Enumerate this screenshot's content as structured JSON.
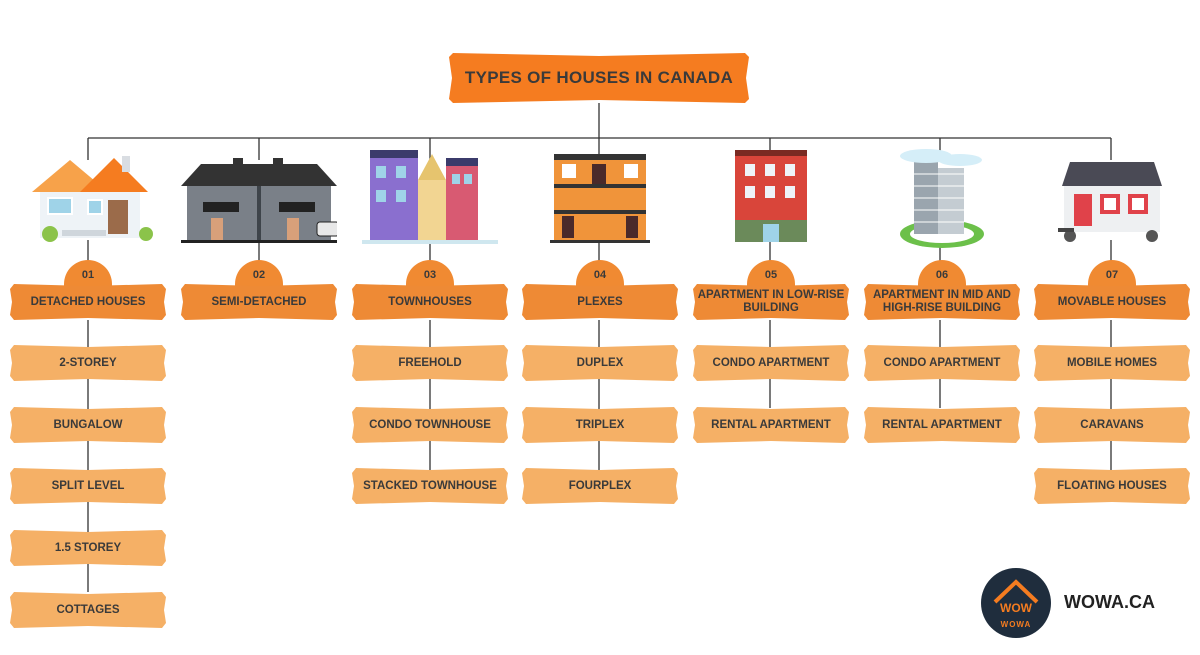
{
  "title": "TYPES OF HOUSES IN CANADA",
  "brand": {
    "name": "WOWA.CA",
    "logo_text": "WOWA",
    "logo_mark": "WOW"
  },
  "colors": {
    "accent": "#f57c20",
    "category_box": "#ee8a35",
    "sub_box": "#f5b066",
    "logo_bg": "#1f2d3d",
    "text": "#3a3a3a"
  },
  "columns": [
    {
      "num": "01",
      "label": "DETACHED HOUSES",
      "icon": "detached-house-icon",
      "subs": [
        "2-STOREY",
        "BUNGALOW",
        "SPLIT LEVEL",
        "1.5 STOREY",
        "COTTAGES"
      ]
    },
    {
      "num": "02",
      "label": "SEMI-DETACHED",
      "icon": "semi-detached-house-icon",
      "subs": []
    },
    {
      "num": "03",
      "label": "TOWNHOUSES",
      "icon": "townhouses-icon",
      "subs": [
        "FREEHOLD",
        "CONDO TOWNHOUSE",
        "STACKED TOWNHOUSE"
      ]
    },
    {
      "num": "04",
      "label": "PLEXES",
      "icon": "plex-building-icon",
      "subs": [
        "DUPLEX",
        "TRIPLEX",
        "FOURPLEX"
      ]
    },
    {
      "num": "05",
      "label": "APARTMENT IN LOW-RISE BUILDING",
      "icon": "low-rise-building-icon",
      "subs": [
        "CONDO APARTMENT",
        "RENTAL APARTMENT"
      ]
    },
    {
      "num": "06",
      "label": "APARTMENT IN MID AND HIGH-RISE BUILDING",
      "icon": "high-rise-building-icon",
      "subs": [
        "CONDO APARTMENT",
        "RENTAL APARTMENT"
      ]
    },
    {
      "num": "07",
      "label": "MOVABLE HOUSES",
      "icon": "movable-house-icon",
      "subs": [
        "MOBILE HOMES",
        "CARAVANS",
        "FLOATING HOUSES"
      ]
    }
  ]
}
